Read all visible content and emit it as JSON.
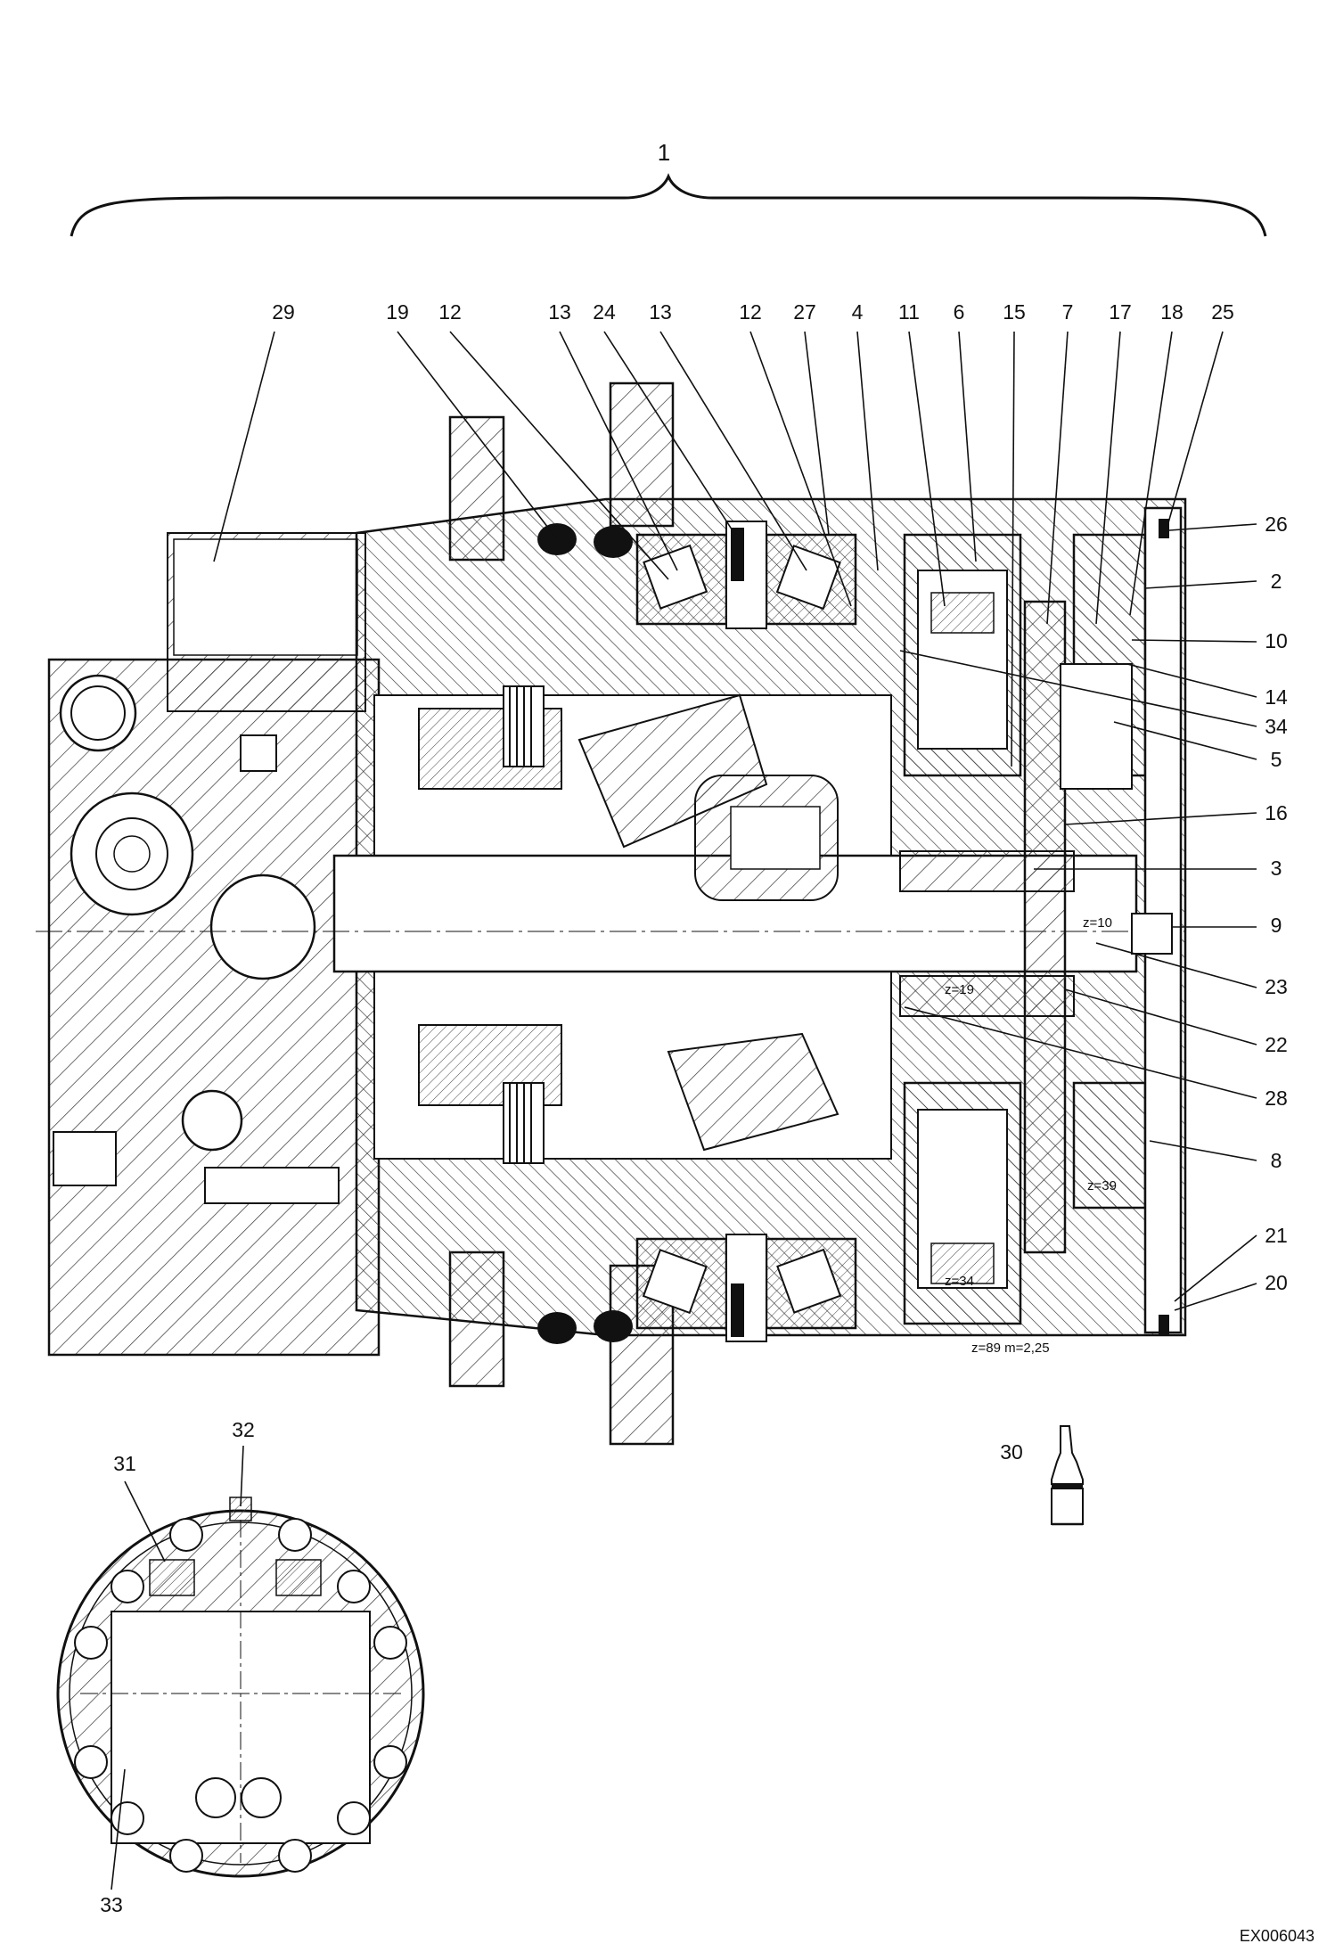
{
  "assembly_label": "1",
  "image_id": "EX006043",
  "gear_notes": {
    "ring": "z=89  m=2,25",
    "sun_small": "z=10",
    "sun_mid": "z=19",
    "planet_mid": "z=34",
    "planet_large": "z=39"
  },
  "top_labels": [
    "29",
    "19",
    "12",
    "13",
    "24",
    "13",
    "12",
    "27",
    "4",
    "11",
    "6",
    "15",
    "7",
    "17",
    "18",
    "25"
  ],
  "right_labels": [
    "26",
    "2",
    "10",
    "14",
    "34",
    "5",
    "16",
    "3",
    "9",
    "23",
    "22",
    "28",
    "8",
    "21",
    "20"
  ],
  "other_labels": {
    "lubricant": "30",
    "bottom_left": "31",
    "bottom_top": "32",
    "bottom_lower": "33"
  }
}
